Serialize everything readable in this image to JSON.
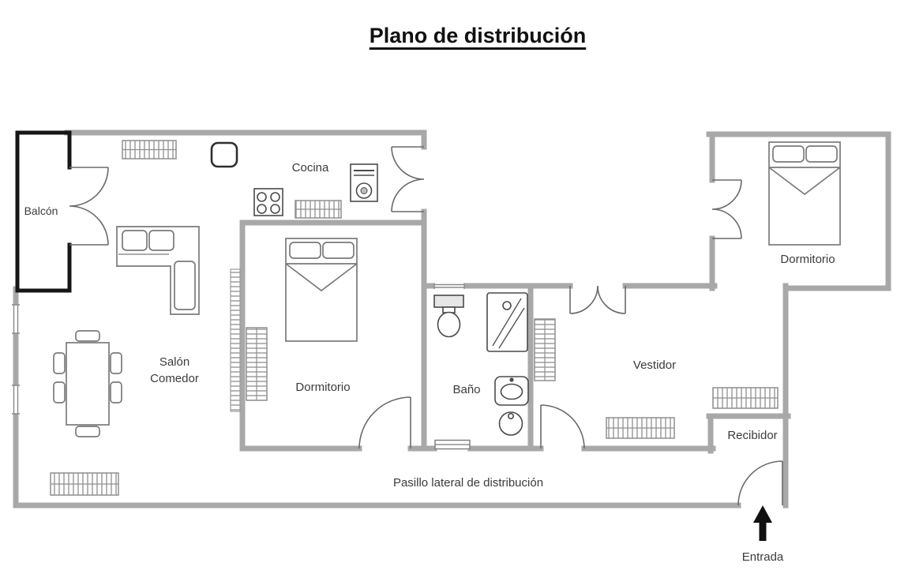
{
  "title": "Plano de distribución",
  "colors": {
    "wall": "#a8a8a8",
    "balcony": "#161616",
    "furniture": "#7a7a7a",
    "fixture": "#4a4a4a",
    "text": "#3b3b3b"
  },
  "labels": {
    "balcon": "Balcón",
    "cocina": "Cocina",
    "salon_1": "Salón",
    "salon_2": "Comedor",
    "dormitorio_1": "Dormitorio",
    "bano": "Baño",
    "vestidor": "Vestidor",
    "dormitorio_2": "Dormitorio",
    "recibidor": "Recibidor",
    "pasillo": "Pasillo lateral de distribución",
    "entrada": "Entrada"
  }
}
